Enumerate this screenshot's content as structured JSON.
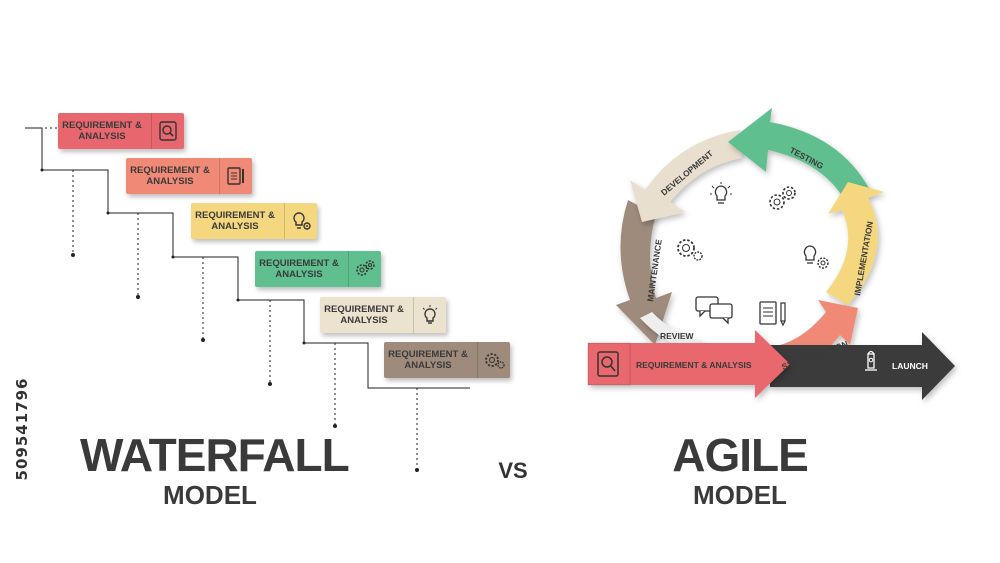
{
  "watermark_id": "509541796",
  "waterfall": {
    "title": "WATERFALL",
    "subtitle": "MODEL",
    "steps": [
      {
        "label": "REQUIREMENT & ANALYSIS",
        "color": "#e8676e",
        "icon": "search-document-icon"
      },
      {
        "label": "REQUIREMENT & ANALYSIS",
        "color": "#f08a77",
        "icon": "document-pencil-icon"
      },
      {
        "label": "REQUIREMENT & ANALYSIS",
        "color": "#f4d77e",
        "icon": "lightbulb-gear-icon"
      },
      {
        "label": "REQUIREMENT & ANALYSIS",
        "color": "#5fbf8f",
        "icon": "gears-icon"
      },
      {
        "label": "REQUIREMENT & ANALYSIS",
        "color": "#ece3cf",
        "icon": "lightbulb-icon"
      },
      {
        "label": "REQUIREMENT & ANALYSIS",
        "color": "#9e8b7b",
        "icon": "gear-icon"
      }
    ]
  },
  "vs_label": "VS",
  "agile": {
    "title": "AGILE",
    "subtitle": "MODEL",
    "segments": {
      "development": {
        "label": "DEVELOPMENT",
        "color": "#e9dfcf"
      },
      "testing": {
        "label": "TESTING",
        "color": "#5fbf8f"
      },
      "implementation": {
        "label": "IMPLEMENTATION",
        "color": "#f4d77e"
      },
      "system_design": {
        "label": "SYSTEM DESIGN",
        "color": "#f08a77"
      },
      "review": {
        "label": "REVIEW",
        "color": "#eeeeee"
      },
      "maintenance": {
        "label": "MAINTENANCE",
        "color": "#9e8b7b"
      },
      "requirement": {
        "label": "REQUIREMENT & ANALYSIS",
        "color": "#e8676e"
      },
      "launch": {
        "label": "LAUNCH",
        "color": "#3a3a3a"
      }
    },
    "inner_icons": [
      "lightbulb-icon",
      "gears-icon",
      "gear-icon",
      "lightbulb-gear-icon",
      "chat-bubbles-icon",
      "document-pencil-icon"
    ]
  }
}
